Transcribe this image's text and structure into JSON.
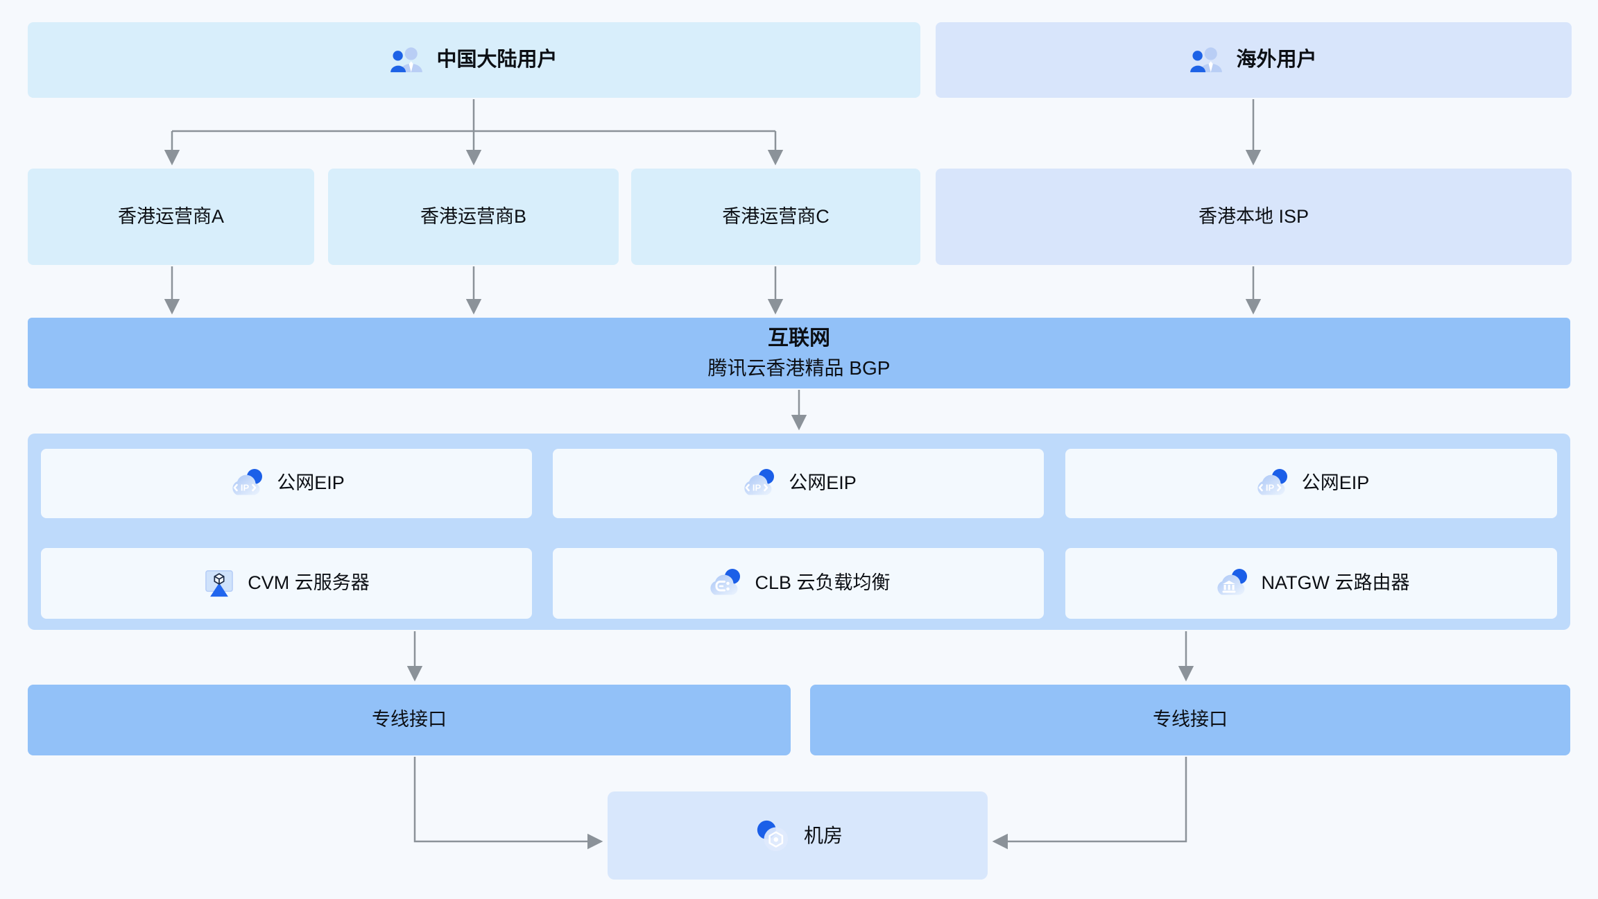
{
  "colors": {
    "page_background": "#f6f9fd",
    "user_box_cyan": "#d8eefb",
    "user_box_lavender": "#d8e5fb",
    "internet_band_blue": "#92c1f8",
    "cloud_container_blue": "#bedafb",
    "service_box_white": "#f3f9fe",
    "idc_box_blue": "#d8e7fc",
    "connector_gray": "#8b9299",
    "icon_accent_blue": "#1b5fe8",
    "text": "#0c0f14"
  },
  "nodes": {
    "mainland_users": {
      "label": "中国大陆用户",
      "icon": "users-icon"
    },
    "overseas_users": {
      "label": "海外用户",
      "icon": "users-icon"
    },
    "carrier_a": {
      "label": "香港运营商A"
    },
    "carrier_b": {
      "label": "香港运营商B"
    },
    "carrier_c": {
      "label": "香港运营商C"
    },
    "hk_isp": {
      "label": "香港本地 ISP"
    },
    "internet": {
      "title": "互联网",
      "subtitle": "腾讯云香港精品 BGP"
    },
    "eip_left": {
      "label": "公网EIP",
      "icon": "eip-cloud-icon"
    },
    "eip_middle": {
      "label": "公网EIP",
      "icon": "eip-cloud-icon"
    },
    "eip_right": {
      "label": "公网EIP",
      "icon": "eip-cloud-icon"
    },
    "cvm": {
      "label": "CVM 云服务器",
      "icon": "cvm-icon"
    },
    "clb": {
      "label": "CLB 云负载均衡",
      "icon": "clb-cloud-icon"
    },
    "natgw": {
      "label": "NATGW 云路由器",
      "icon": "natgw-cloud-icon"
    },
    "dc_left": {
      "label": "专线接口"
    },
    "dc_right": {
      "label": "专线接口"
    },
    "idc": {
      "label": "机房",
      "icon": "idc-icon"
    }
  },
  "icon_glyphs": {
    "eip": "IP"
  }
}
